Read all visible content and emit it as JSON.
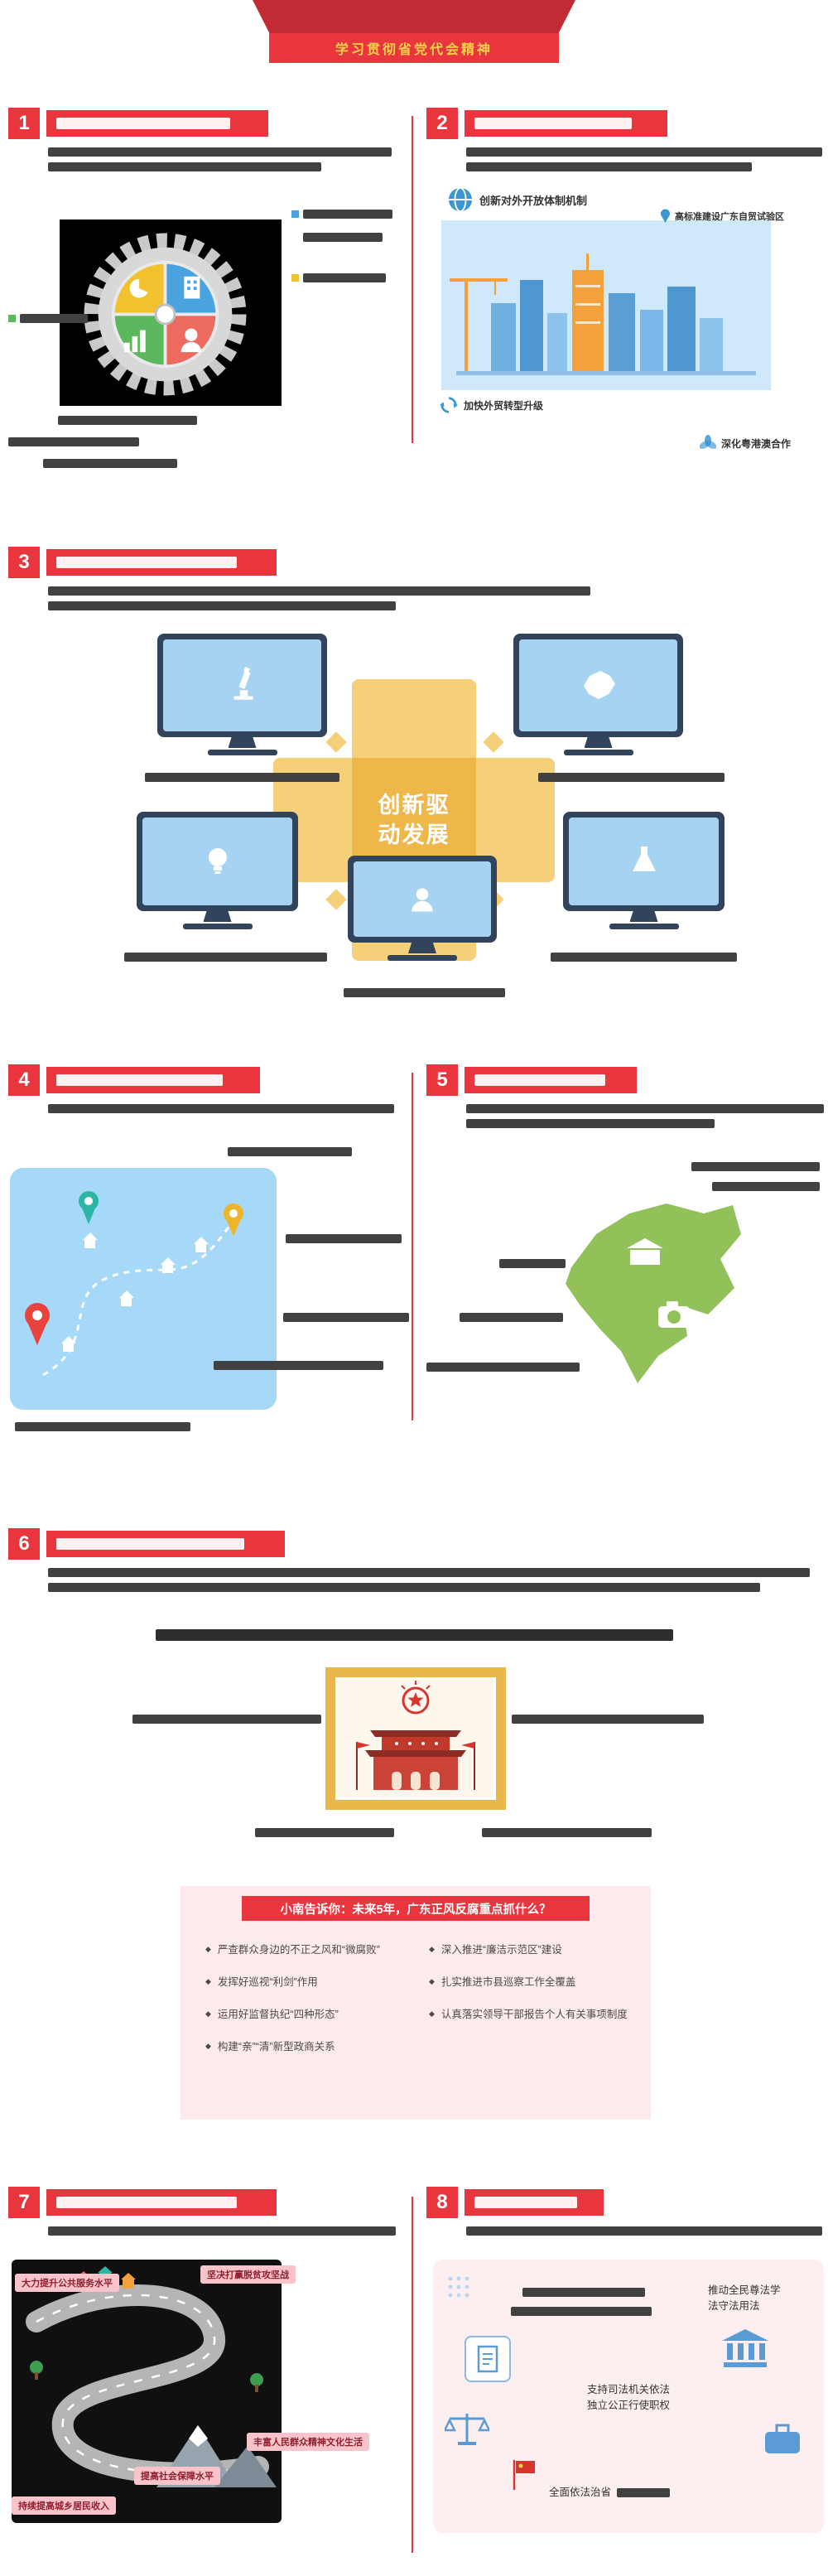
{
  "banner": {
    "title": "学习贯彻省党代会精神"
  },
  "colors": {
    "accent": "#e8353e",
    "gold_text": "#f9d24b",
    "blue": "#3b97d3",
    "green_map": "#93c159"
  },
  "sections": {
    "s1": {
      "number": "1"
    },
    "s2": {
      "number": "2",
      "labels": {
        "open_mechanism": "创新对外开放体制机制",
        "free_trade_zone": "高标准建设广东自贸试验区",
        "trade_upgrade": "加快外贸转型升级",
        "greater_bay": "深化粤港澳合作"
      }
    },
    "s3": {
      "number": "3",
      "center_label": "创新驱动发展"
    },
    "s4": {
      "number": "4"
    },
    "s5": {
      "number": "5"
    },
    "s6": {
      "number": "6",
      "qa": {
        "title": "小南告诉你：未来5年，广东正风反腐重点抓什么？",
        "bullet": "◆",
        "left_items": [
          "严查群众身边的不正之风和“微腐败”",
          "发挥好巡视“利剑”作用",
          "运用好监督执纪“四种形态”",
          "构建“亲”“清”新型政商关系"
        ],
        "right_items": [
          "深入推进“廉洁示范区”建设",
          "扎实推进市县巡察工作全覆盖",
          "认真落实领导干部报告个人有关事项制度"
        ]
      }
    },
    "s7": {
      "number": "7",
      "labels": [
        "大力提升公共服务水平",
        "坚决打赢脱贫攻坚战",
        "丰富人民群众精神文化生活",
        "提高社会保障水平",
        "持续提高城乡居民收入"
      ]
    },
    "s8": {
      "number": "8",
      "labels": {
        "respect_law": "推动全民尊法学法守法用法",
        "judicial_power": "支持司法机关依法独立公正行使职权",
        "rule_of_law": "全面依法治省"
      }
    }
  }
}
